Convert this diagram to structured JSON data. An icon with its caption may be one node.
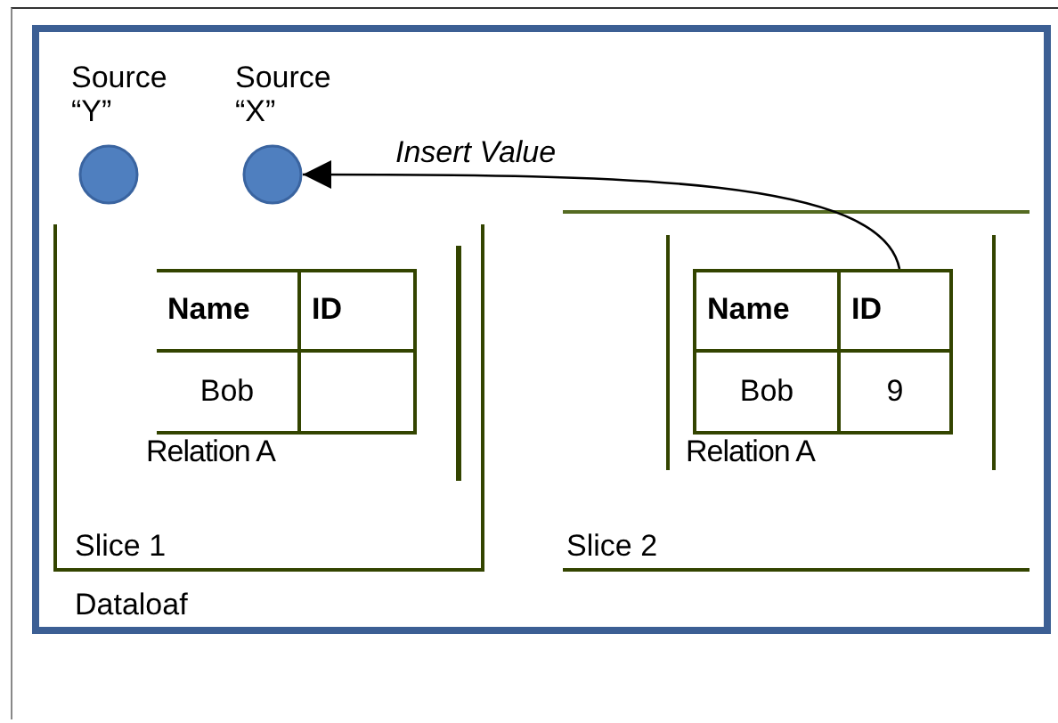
{
  "diagram": {
    "nodes": [
      {
        "text": [
          "Dataloaf"
        ]
      },
      {
        "text": [
          "Source “Y”"
        ],
        "in": 0
      },
      {
        "text": [
          "Source “X”"
        ],
        "in": 0
      },
      {
        "text": [
          "Slice 1"
        ],
        "in": 0
      },
      {
        "text": [
          "Name",
          "ID",
          "Bob"
        ],
        "in": 3,
        "beside": [
          "Relation A"
        ]
      },
      {
        "text": [
          "Slice 2"
        ],
        "in": 0
      },
      {
        "text": [
          "Name",
          "ID",
          "Bob",
          "9"
        ],
        "in": 5,
        "beside": [
          "Relation A"
        ]
      }
    ],
    "edges": [
      {
        "from": 6,
        "to": 2,
        "arrow": "to",
        "label": "Insert Value"
      }
    ]
  }
}
